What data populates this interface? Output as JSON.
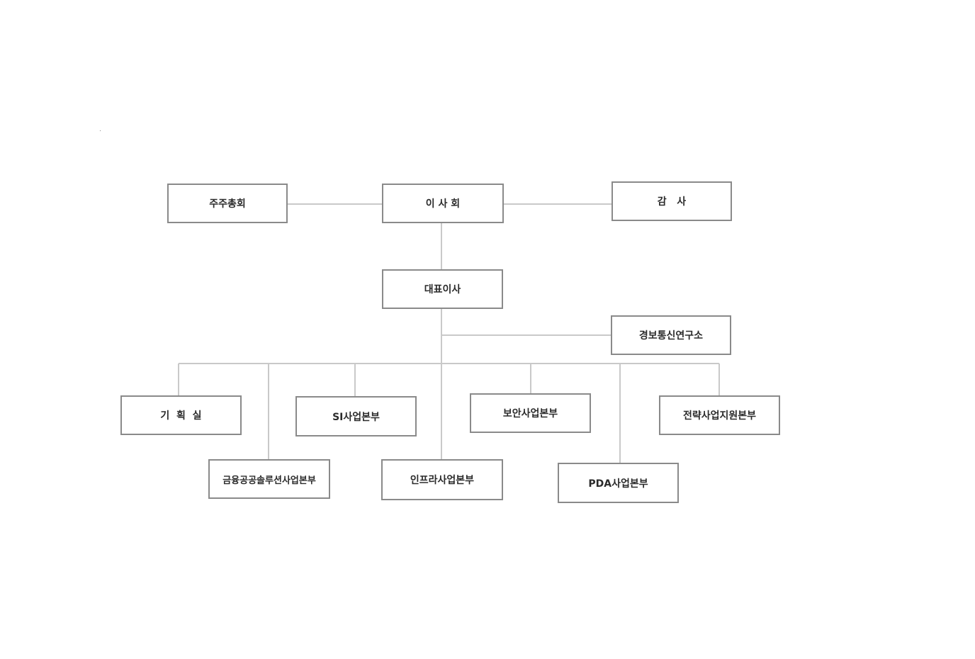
{
  "org_chart": {
    "top_row": {
      "shareholders": "주주총회",
      "board": "이 사 회",
      "auditor": "감   사"
    },
    "ceo": "대표이사",
    "research_lab": "경보통신연구소",
    "divisions_upper": [
      "기  획  실",
      "SI사업본부",
      "보안사업본부",
      "전략사업지원본부"
    ],
    "divisions_lower": [
      "금융공공솔루션사업본부",
      "인프라사업본부",
      "PDA사업본부"
    ]
  },
  "colors": {
    "box_border": "#8a8a8a",
    "connector": "#c9c9c9",
    "text": "#2b2b2b",
    "background": "#ffffff"
  }
}
